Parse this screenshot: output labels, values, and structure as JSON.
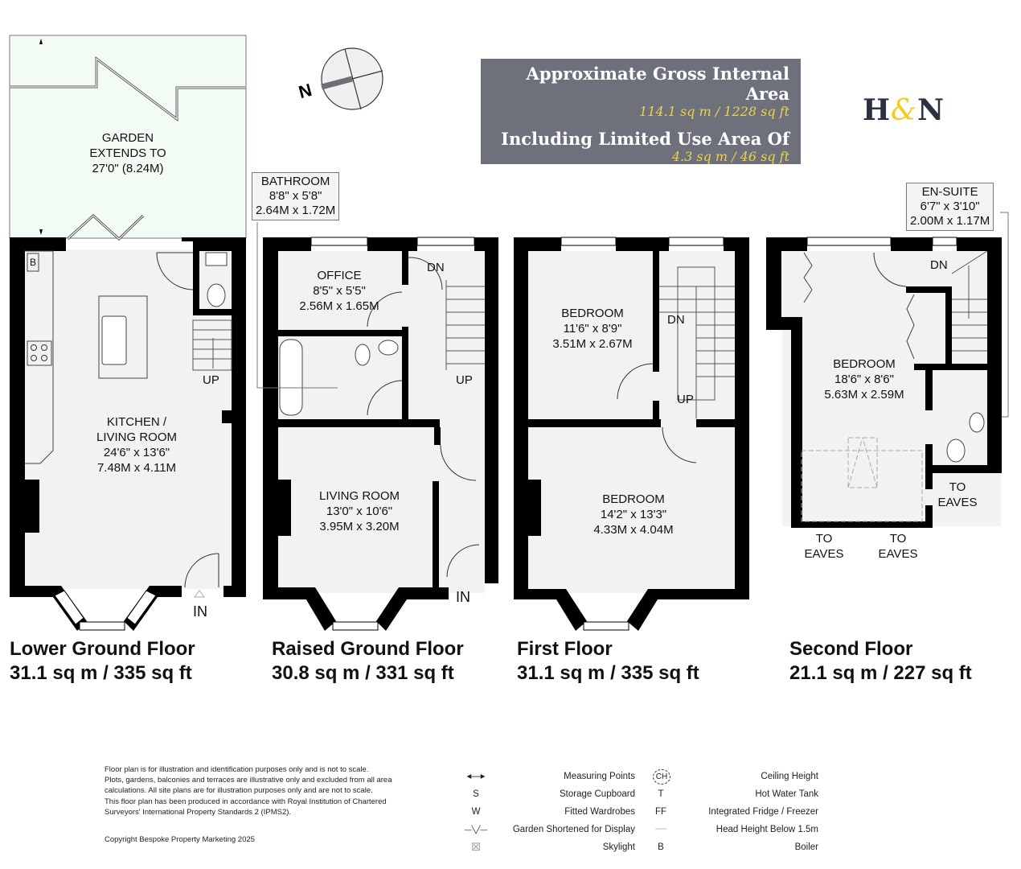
{
  "area_summary": {
    "gross_heading": "Approximate Gross Internal Area",
    "gross_value": "114.1 sq m / 1228 sq ft",
    "limited_heading": "Including Limited Use Area Of",
    "limited_value": "4.3 sq m / 46 sq ft",
    "box_color": "#6e707c",
    "value_color": "#e9d44a"
  },
  "logo": {
    "left": "H",
    "amp": "&",
    "right": "N"
  },
  "compass": {
    "north_label": "N",
    "icon": "compass-icon"
  },
  "garden": {
    "line1": "GARDEN",
    "line2": "EXTENDS TO",
    "line3": "27'0\" (8.24M)",
    "fill": "#f2fbf4"
  },
  "floors": [
    {
      "title": "Lower Ground Floor",
      "area": "31.1 sq m / 335 sq ft",
      "rooms": [
        {
          "name": "KITCHEN /",
          "name2": "LIVING ROOM",
          "imperial": "24'6\" x 13'6\"",
          "metric": "7.48M x 4.11M"
        }
      ],
      "labels": {
        "boiler": "B",
        "stairs": "UP",
        "entrance": "IN"
      }
    },
    {
      "title": "Raised Ground Floor",
      "area": "30.8 sq m / 331 sq ft",
      "rooms": [
        {
          "name": "OFFICE",
          "imperial": "8'5\" x 5'5\"",
          "metric": "2.56M x 1.65M"
        },
        {
          "name": "BATHROOM",
          "imperial": "8'8\" x 5'8\"",
          "metric": "2.64M x 1.72M"
        },
        {
          "name": "LIVING ROOM",
          "imperial": "13'0\" x 10'6\"",
          "metric": "3.95M x 3.20M"
        }
      ],
      "labels": {
        "stairs_down": "DN",
        "stairs_up": "UP",
        "entrance": "IN"
      }
    },
    {
      "title": "First Floor",
      "area": "31.1 sq m / 335 sq ft",
      "rooms": [
        {
          "name": "BEDROOM",
          "imperial": "11'6\" x 8'9\"",
          "metric": "3.51M x 2.67M"
        },
        {
          "name": "BEDROOM",
          "imperial": "14'2\" x 13'3\"",
          "metric": "4.33M x 4.04M"
        }
      ],
      "labels": {
        "stairs_down": "DN",
        "stairs_up": "UP"
      }
    },
    {
      "title": "Second Floor",
      "area": "21.1 sq m / 227 sq ft",
      "rooms": [
        {
          "name": "BEDROOM",
          "imperial": "18'6\" x 8'6\"",
          "metric": "5.63M x 2.59M"
        },
        {
          "name": "EN-SUITE",
          "imperial": "6'7\" x 3'10\"",
          "metric": "2.00M x 1.17M"
        }
      ],
      "labels": {
        "stairs_down": "DN",
        "eaves1a": "TO",
        "eaves1b": "EAVES",
        "eaves2a": "TO",
        "eaves2b": "EAVES",
        "eaves3a": "TO",
        "eaves3b": "EAVES"
      }
    }
  ],
  "disclaimer": [
    "Floor plan is for illustration and identification purposes only and is not to scale.",
    "Plots, gardens, balconies and terraces are illustrative only and excluded from all area",
    "calculations.  All site plans are for illustration purposes only and are not to scale.",
    "This floor plan has been produced in accordance with Royal Institution of Chartered",
    "Surveyors' International Property Standards 2 (IPMS2)."
  ],
  "copyright": "Copyright Bespoke Property Marketing 2025",
  "legend": {
    "left": [
      {
        "symbol": "◂—▸",
        "label": "Measuring Points",
        "icon": "measuring-points-icon"
      },
      {
        "symbol": "S",
        "label": "Storage Cupboard",
        "icon": "storage-cupboard-icon"
      },
      {
        "symbol": "W",
        "label": "Fitted Wardrobes",
        "icon": "fitted-wardrobes-icon"
      },
      {
        "symbol": "—╲╱—",
        "label": "Garden Shortened for Display",
        "icon": "garden-shortened-icon"
      },
      {
        "symbol": "⊠",
        "label": "Skylight",
        "icon": "skylight-icon"
      }
    ],
    "right": [
      {
        "symbol": "CH",
        "label": "Ceiling Height",
        "icon": "ceiling-height-icon"
      },
      {
        "symbol": "T",
        "label": "Hot Water Tank",
        "icon": "hot-water-tank-icon"
      },
      {
        "symbol": "FF",
        "label": "Integrated Fridge / Freezer",
        "icon": "fridge-freezer-icon"
      },
      {
        "symbol": "┄┄",
        "label": "Head Height Below 1.5m",
        "icon": "head-height-icon"
      },
      {
        "symbol": "B",
        "label": "Boiler",
        "icon": "boiler-icon"
      }
    ]
  }
}
